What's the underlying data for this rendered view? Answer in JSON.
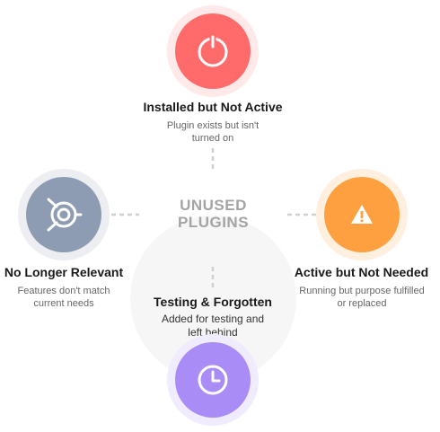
{
  "center": {
    "title_line1": "UNUSED",
    "title_line2": "PLUGINS"
  },
  "nodes": {
    "installed": {
      "title": "Installed but Not Active",
      "desc_line1": "Plugin exists but isn't",
      "desc_line2": "turned on",
      "color": "#ff6b6b",
      "icon": "power-icon"
    },
    "relevant": {
      "title": "No Longer Relevant",
      "desc_line1": "Features don't match",
      "desc_line2": "current needs",
      "color": "#8e9cb3",
      "icon": "unplugged-icon"
    },
    "needed": {
      "title": "Active but Not Needed",
      "desc_line1": "Running but purpose fulfilled",
      "desc_line2": "or replaced",
      "color": "#ffa040",
      "icon": "warning-icon"
    },
    "testing": {
      "title": "Testing & Forgotten",
      "desc_line1": "Added for testing and",
      "desc_line2": "left behind",
      "color": "#a98cf5",
      "icon": "clock-icon"
    }
  }
}
